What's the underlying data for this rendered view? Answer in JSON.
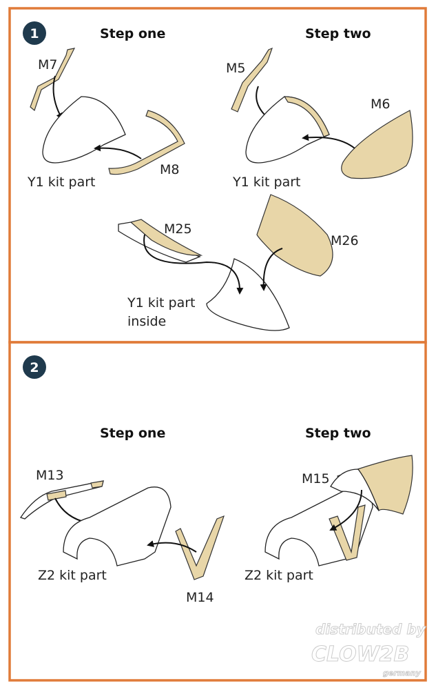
{
  "colors": {
    "border": "#e07b39",
    "badge": "#1f3a4d",
    "paint_mask": "#e8d6a8"
  },
  "section1": {
    "badge": "1",
    "step_one": {
      "title": "Step one",
      "labels": {
        "m7": "M7",
        "m8": "M8",
        "kit": "Y1 kit part"
      }
    },
    "step_two": {
      "title": "Step two",
      "labels": {
        "m5": "M5",
        "m6": "M6",
        "kit": "Y1 kit part"
      }
    },
    "step_three": {
      "labels": {
        "m25": "M25",
        "m26": "M26",
        "kit_line1": "Y1 kit part",
        "kit_line2": "inside"
      }
    }
  },
  "section2": {
    "badge": "2",
    "step_one": {
      "title": "Step one",
      "labels": {
        "m13": "M13",
        "m14": "M14",
        "kit": "Z2 kit part"
      }
    },
    "step_two": {
      "title": "Step two",
      "labels": {
        "m15": "M15",
        "kit": "Z2 kit part"
      }
    }
  },
  "watermark": {
    "line1": "distributed by",
    "line2": "CLOW2B",
    "line3": "germany"
  }
}
